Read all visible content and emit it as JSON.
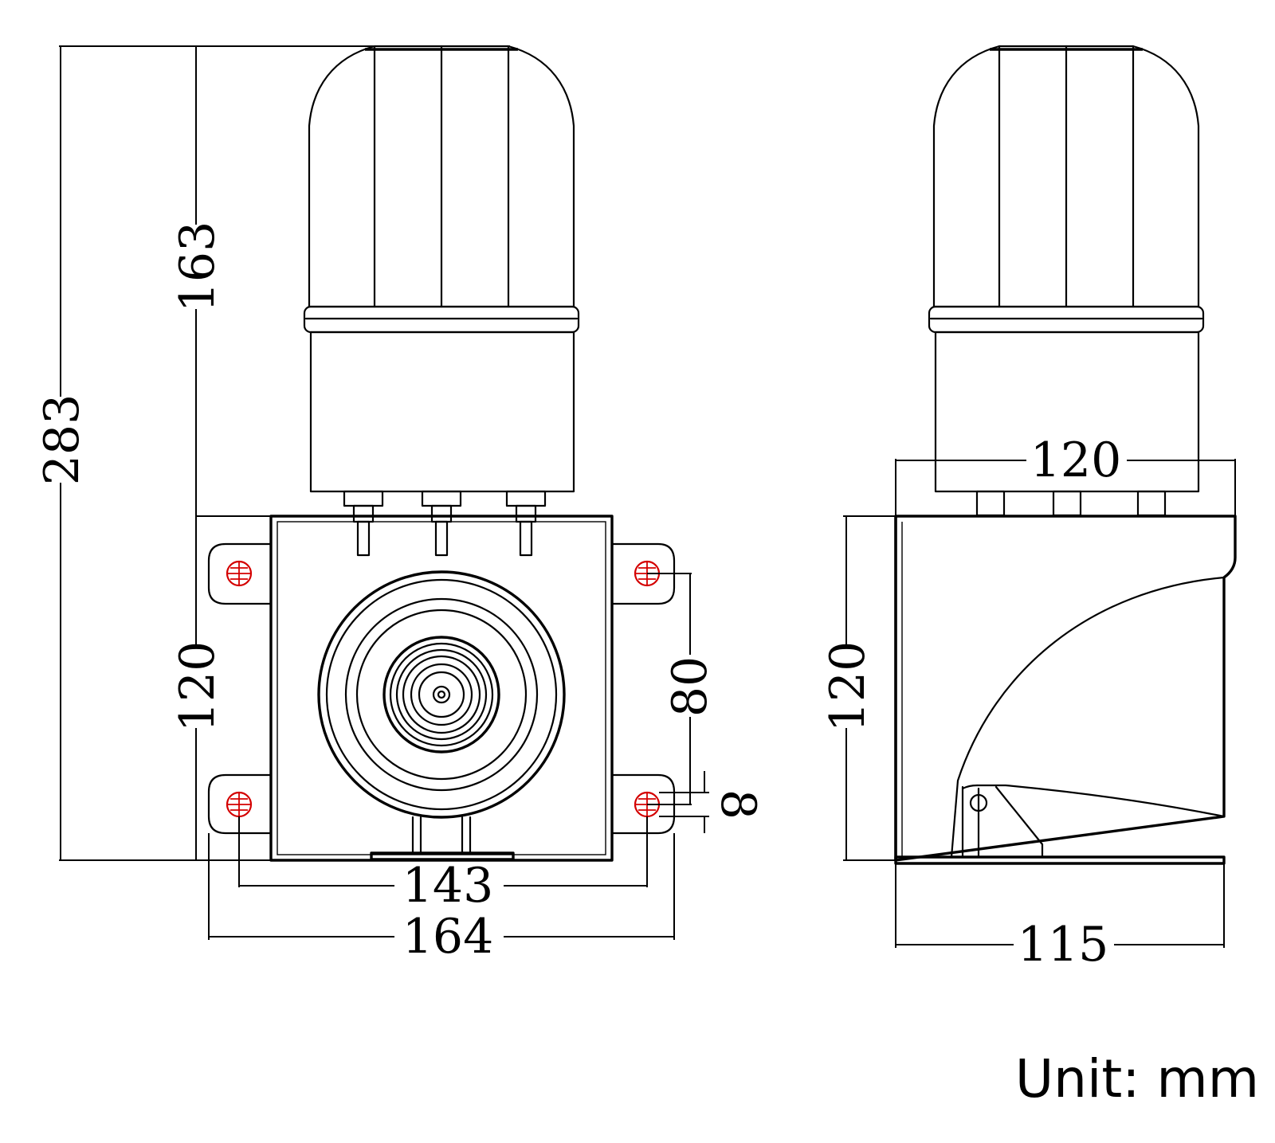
{
  "front_view": {
    "dims": {
      "total_height": "283",
      "light_height": "163",
      "body_height": "120",
      "hole_vertical_spacing": "80",
      "hole_diameter": "8",
      "hole_horizontal_spacing": "143",
      "total_width": "164"
    }
  },
  "side_view": {
    "dims": {
      "light_width": "120",
      "body_height": "120",
      "depth": "115"
    }
  },
  "unit_label": "Unit: mm",
  "colors": {
    "line": "#000000",
    "hole": "#d40000"
  }
}
